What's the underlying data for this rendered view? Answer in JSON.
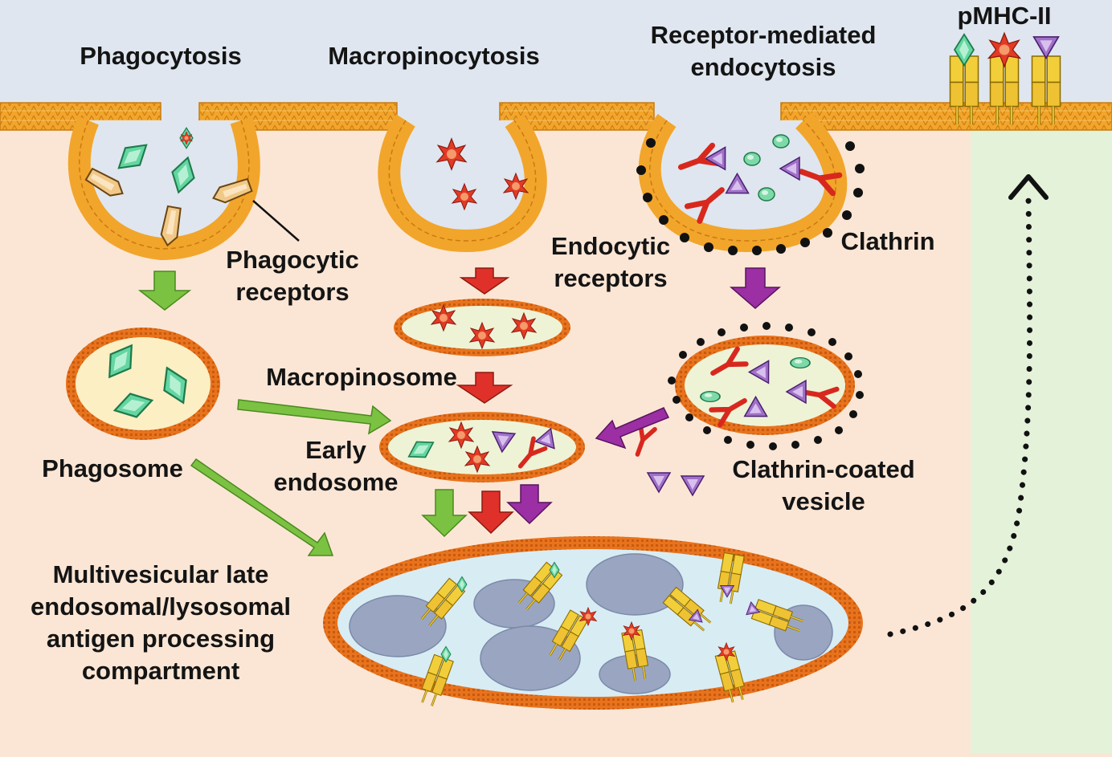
{
  "labels": {
    "phagocytosis": "Phagocytosis",
    "macropinocytosis": "Macropinocytosis",
    "receptor_mediated_1": "Receptor-mediated",
    "receptor_mediated_2": "endocytosis",
    "pmhc": "pMHC-II",
    "phagocytic_receptors_1": "Phagocytic",
    "phagocytic_receptors_2": "receptors",
    "endocytic_receptors_1": "Endocytic",
    "endocytic_receptors_2": "receptors",
    "clathrin": "Clathrin",
    "phagosome": "Phagosome",
    "macropinosome": "Macropinosome",
    "early_endosome_1": "Early",
    "early_endosome_2": "endosome",
    "clathrin_vesicle_1": "Clathrin-coated",
    "clathrin_vesicle_2": "vesicle",
    "mvb_1": "Multivesicular late",
    "mvb_2": "endosomal/lysosomal",
    "mvb_3": "antigen processing",
    "mvb_4": "compartment"
  },
  "colors": {
    "extracellular": "#dfe6ef",
    "cytoplasm": "#fbe6d5",
    "cell_surface_zone": "#e4f2da",
    "membrane": "#f2a52b",
    "compartment_rim": "#e8731c",
    "phagocytosis_arrow": "#7cc242",
    "macropinocytosis_arrow": "#e0302a",
    "receptor_arrow": "#9b2fa3",
    "antigen_diamond": "#63d6a1",
    "antigen_star": "#e23a24",
    "antigen_triangle": "#a070c8",
    "mhc_molecule": "#f2cf3a"
  }
}
